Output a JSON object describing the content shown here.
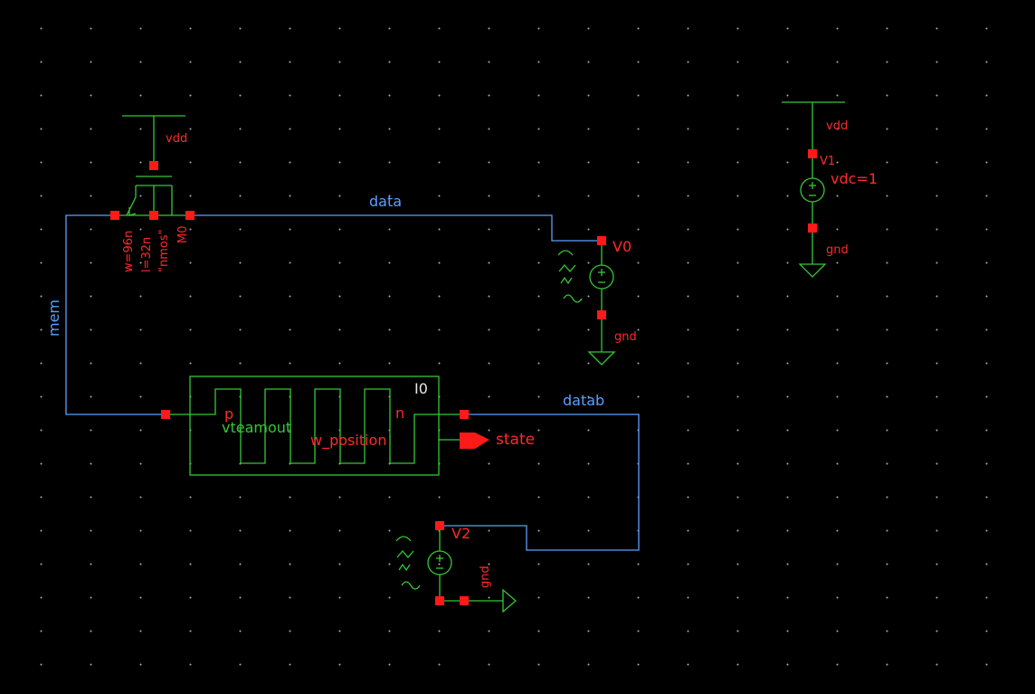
{
  "schematic": {
    "nets": {
      "data": "data",
      "datab": "datab",
      "mem": "mem"
    },
    "m0": {
      "name": "M0",
      "width": "w=96n",
      "length": "l=32n",
      "model": "\"nmos\"",
      "supply": "vdd"
    },
    "v1": {
      "name": "V1",
      "value": "vdc=1",
      "top_net": "vdd",
      "bottom_net": "gnd"
    },
    "v0": {
      "name": "V0",
      "bottom_net": "gnd"
    },
    "v2": {
      "name": "V2",
      "ground_net": "gnd"
    },
    "i0": {
      "name": "I0",
      "pin_p": "p",
      "pin_n": "n",
      "output_vteamout": "vteamout",
      "output_position": "w_position"
    },
    "pins": {
      "state": "state"
    },
    "colors": {
      "wire": "#5aa0ff",
      "symbol": "#34c834",
      "pin": "#ff1a1a",
      "label": "#ff2a2a",
      "background": "#000000"
    }
  }
}
